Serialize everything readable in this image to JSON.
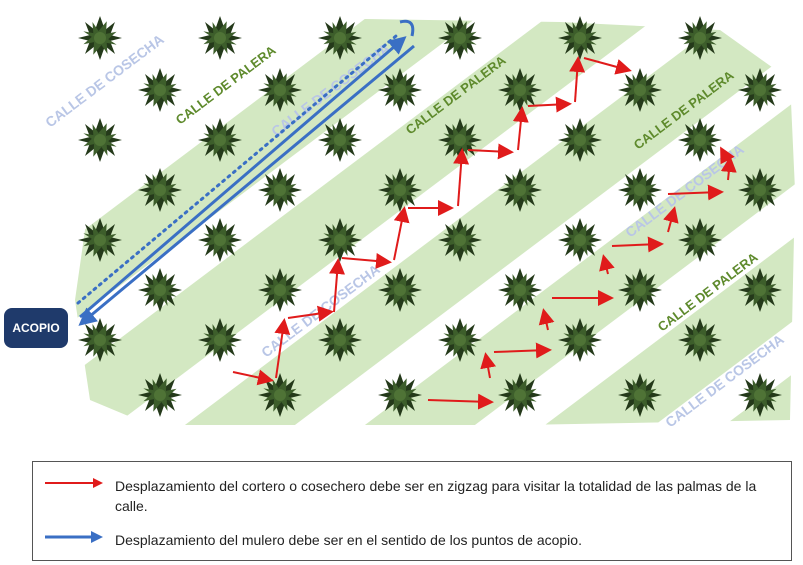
{
  "diagram": {
    "acopio_label": "ACOPIO",
    "street_labels": {
      "cosecha": "CALLE DE COSECHA",
      "palera": "CALLE DE PALERA"
    },
    "colors": {
      "cortero_route": "#e01b1b",
      "mulero_route": "#3a6fc4",
      "acopio_box": "#1f3a6b",
      "palera_band": "#d3e8c2",
      "palm": "#2f4a22"
    },
    "icons": [
      "palm-tree-icon",
      "arrow-right-icon"
    ]
  },
  "legend": {
    "cortero_text": "Desplazamiento del cortero o cosechero debe ser en zigzag para visitar la totalidad de las palmas de la calle.",
    "mulero_text": "Desplazamiento del mulero debe ser en el sentido de los puntos de acopio."
  }
}
